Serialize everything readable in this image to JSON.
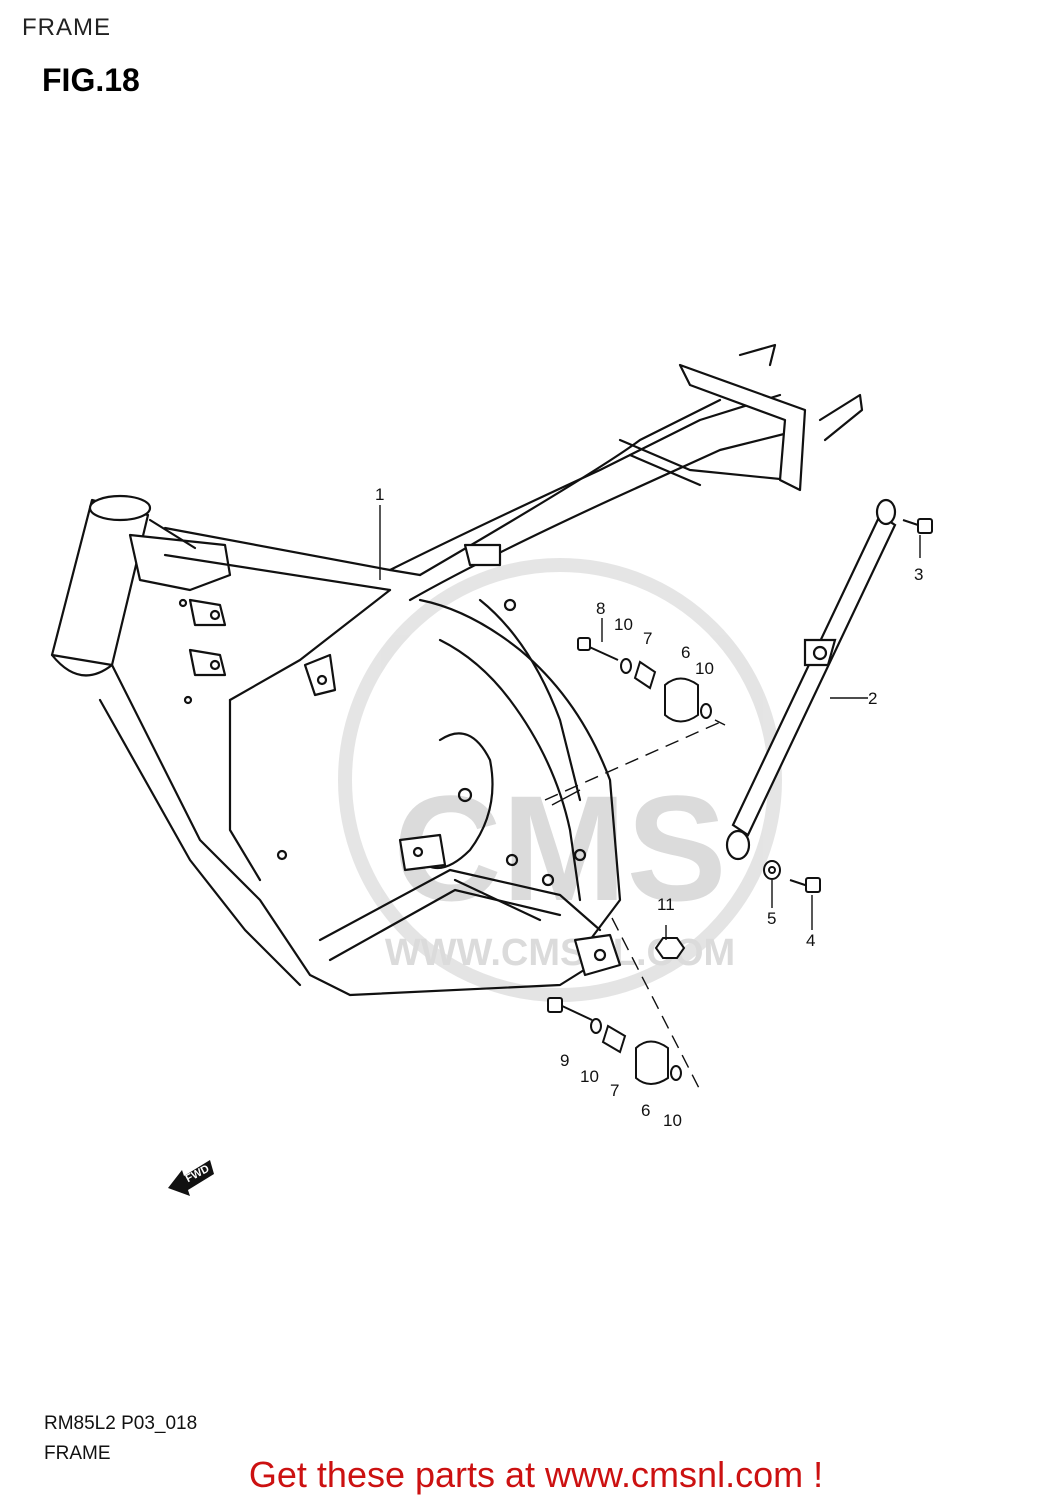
{
  "header": {
    "section": "FRAME",
    "figure": "FIG.18"
  },
  "footer": {
    "diagram_code": "RM85L2 P03_018",
    "section": "FRAME"
  },
  "promo": {
    "text": "Get these parts at www.cmsnl.com !"
  },
  "watermark": {
    "text": "CMS",
    "sub": "WWW.CMSNL.COM"
  },
  "direction_arrow": {
    "label": "FWD"
  },
  "callouts": [
    {
      "id": "c1",
      "num": "1"
    },
    {
      "id": "c2",
      "num": "2"
    },
    {
      "id": "c3",
      "num": "3"
    },
    {
      "id": "c4",
      "num": "4"
    },
    {
      "id": "c5",
      "num": "5"
    },
    {
      "id": "c6a",
      "num": "6"
    },
    {
      "id": "c6b",
      "num": "6"
    },
    {
      "id": "c7a",
      "num": "7"
    },
    {
      "id": "c7b",
      "num": "7"
    },
    {
      "id": "c8",
      "num": "8"
    },
    {
      "id": "c9",
      "num": "9"
    },
    {
      "id": "c10a",
      "num": "10"
    },
    {
      "id": "c10b",
      "num": "10"
    },
    {
      "id": "c10c",
      "num": "10"
    },
    {
      "id": "c10d",
      "num": "10"
    },
    {
      "id": "c11",
      "num": "11"
    }
  ],
  "colors": {
    "line": "#111111",
    "promo": "#cc1111",
    "watermark": "#d8d8d8"
  }
}
